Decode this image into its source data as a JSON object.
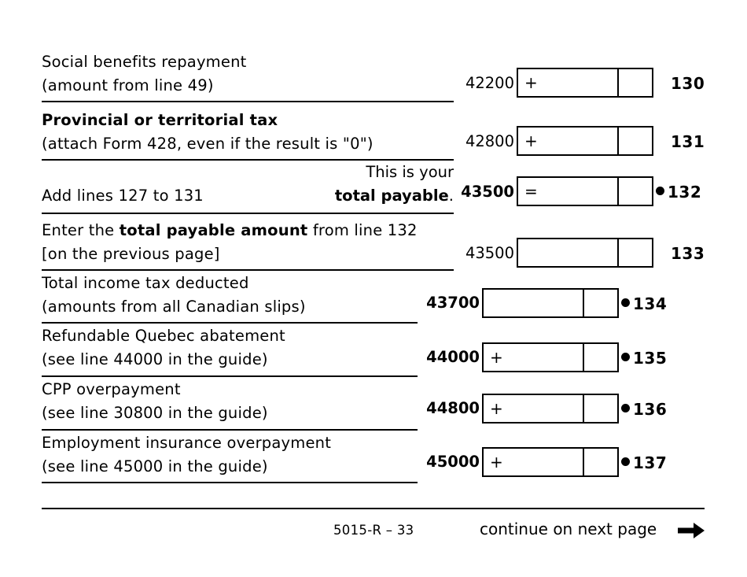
{
  "document": {
    "form_id": "5015-R – 33",
    "continue_text": "continue on next page",
    "arrow_icon": "arrow-right-icon"
  },
  "rows": [
    {
      "label_line1": "Social benefits repayment",
      "label_line2": "(amount from line 49)",
      "code": "42200",
      "operator": "+",
      "line_number": "130",
      "bullet": false
    },
    {
      "label_line1": "Provincial or territorial tax",
      "label_line2": "(attach Form 428, even if the result is \"0\")",
      "code": "42800",
      "operator": "+",
      "line_number": "131",
      "bullet": false
    },
    {
      "label_line1": "Add lines 127 to 131",
      "note_line1": "This is your",
      "note_line2": "total payable",
      "note_period": ".",
      "code": "43500",
      "operator": "=",
      "line_number": "132",
      "bullet": true
    },
    {
      "label_line1_a": "Enter the ",
      "label_line1_b": "total payable amount",
      "label_line1_c": " from line 132",
      "label_line2": "[on the previous page]",
      "code": "43500",
      "operator": "",
      "line_number": "133",
      "bullet": false
    },
    {
      "label_line1": "Total income tax deducted",
      "label_line2": "(amounts from all Canadian slips)",
      "code": "43700",
      "operator": "",
      "line_number": "134",
      "bullet": true
    },
    {
      "label_line1": "Refundable Quebec abatement",
      "label_line2": "(see line 44000 in the guide)",
      "code": "44000",
      "operator": "+",
      "line_number": "135",
      "bullet": true
    },
    {
      "label_line1": "CPP overpayment",
      "label_line2": "(see line 30800 in the guide)",
      "code": "44800",
      "operator": "+",
      "line_number": "136",
      "bullet": true
    },
    {
      "label_line1": "Employment insurance overpayment",
      "label_line2": "(see line 45000 in the guide)",
      "code": "45000",
      "operator": "+",
      "line_number": "137",
      "bullet": true
    }
  ]
}
